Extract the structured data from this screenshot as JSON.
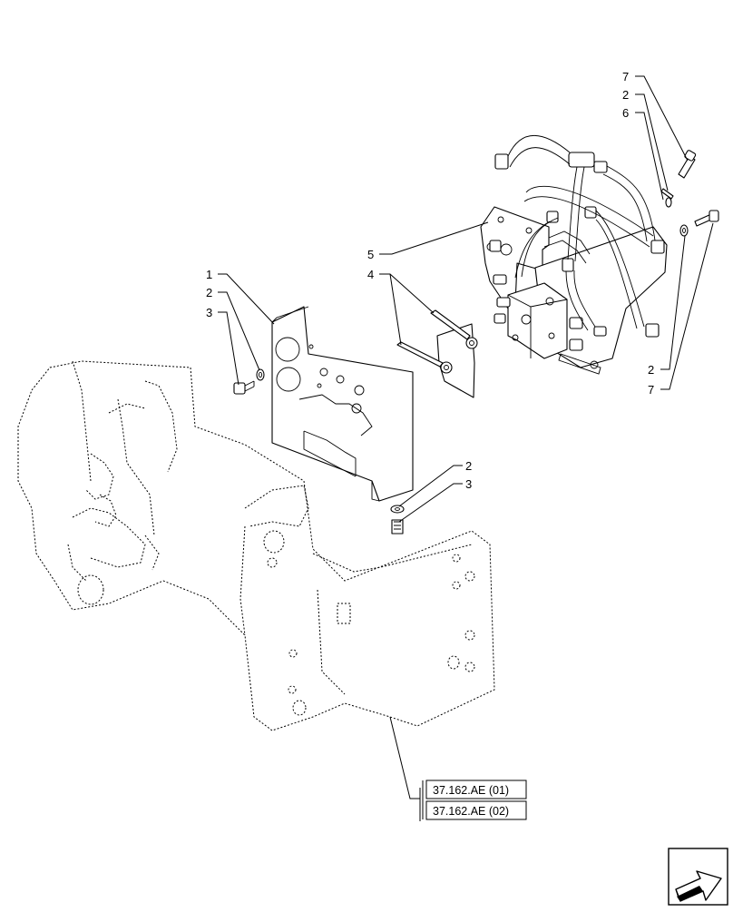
{
  "callouts": {
    "c_top_7": "7",
    "c_top_2": "2",
    "c_top_6": "6",
    "c_5": "5",
    "c_4": "4",
    "c_1": "1",
    "c_left_2": "2",
    "c_left_3": "3",
    "c_right_2": "2",
    "c_right_7": "7",
    "c_mid_2": "2",
    "c_mid_3": "3"
  },
  "references": [
    "37.162.AE (01)",
    "37.162.AE (02)"
  ],
  "icons": {
    "navigation": "arrow-icon"
  }
}
